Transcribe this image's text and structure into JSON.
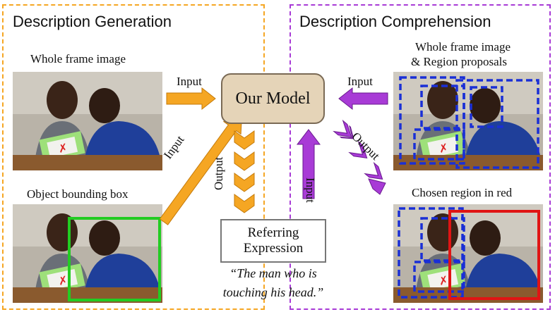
{
  "generation": {
    "title": "Description Generation",
    "whole_frame_label": "Whole frame image",
    "bbox_label": "Object bounding box",
    "input_label_1": "Input",
    "input_label_2": "Input"
  },
  "model": {
    "label": "Our Model"
  },
  "output_label": "Output",
  "referring": {
    "line1": "Referring",
    "line2": "Expression"
  },
  "quote": {
    "line1": "“The man who is",
    "line2": "touching his head.”"
  },
  "comprehension": {
    "title": "Description Comprehension",
    "proposals_label_1": "Whole frame image",
    "proposals_label_2": "& Region proposals",
    "input_label_top": "Input",
    "input_label_up": "Input",
    "output_label": "Output",
    "chosen_label": "Chosen region in red"
  },
  "colors": {
    "generation_accent": "#f5a623",
    "comprehension_accent": "#a83bd6",
    "model_fill": "#e5d4b8",
    "bbox_green": "#22cc22",
    "proposal_blue": "#1a2fd6",
    "chosen_red": "#e01414"
  }
}
